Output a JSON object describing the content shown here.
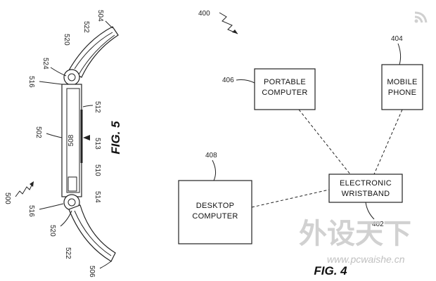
{
  "fig4": {
    "ref_400": "400",
    "caption": "FIG. 4",
    "portable": {
      "ref": "406",
      "line1": "PORTABLE",
      "line2": "COMPUTER"
    },
    "mobile": {
      "ref": "404",
      "line1": "MOBILE",
      "line2": "PHONE"
    },
    "desktop": {
      "ref": "408",
      "line1": "DESKTOP",
      "line2": "COMPUTER"
    },
    "wristband": {
      "ref": "402",
      "line1": "ELECTRONIC",
      "line2": "WRISTBAND"
    }
  },
  "fig5": {
    "caption": "FIG. 5",
    "ref_500": "500",
    "ref_502": "502",
    "ref_504": "504",
    "ref_506": "506",
    "ref_508": "508",
    "ref_510": "510",
    "ref_512": "512",
    "ref_513": "513",
    "ref_514": "514",
    "ref_516_top": "516",
    "ref_516_bottom": "516",
    "ref_520_top": "520",
    "ref_520_bottom": "520",
    "ref_522_top": "522",
    "ref_522_bottom": "522",
    "ref_524": "524"
  },
  "watermark": {
    "text": "外设天下",
    "url": "www.pcwaishe.cn"
  }
}
